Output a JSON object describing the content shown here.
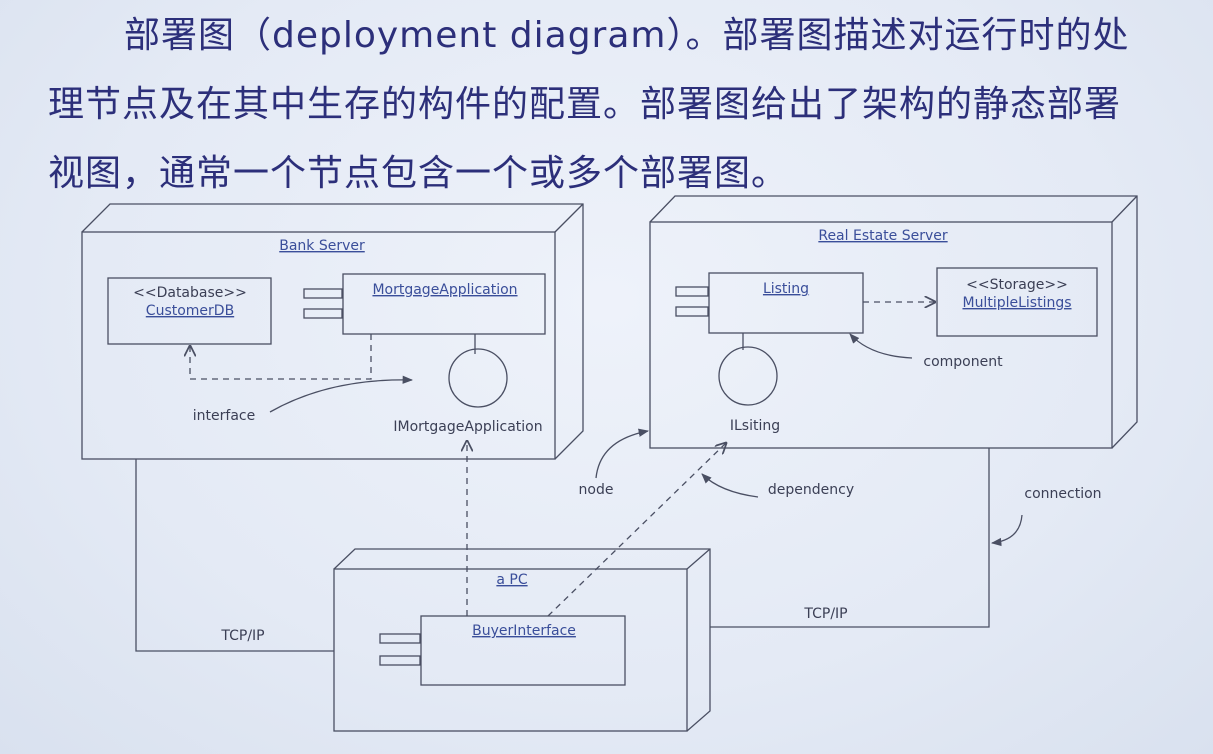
{
  "paragraph": {
    "line1": "部署图（deployment diagram）。部署图描述对运行时的处",
    "line2": "理节点及在其中生存的构件的配置。部署图给出了架构的静态部署",
    "line3": "视图，通常一个节点包含一个或多个部署图。"
  },
  "diagram": {
    "colors": {
      "line": "#4a4f63",
      "link_text": "#3a4e9a",
      "label_text": "#3b3f55",
      "text": "#2c2f7a"
    },
    "nodes": {
      "bank": {
        "name": "Bank Server"
      },
      "realestate": {
        "name": "Real Estate Server"
      },
      "pc": {
        "name": "a PC"
      }
    },
    "components": {
      "customerdb": {
        "stereotype": "<<Database>>",
        "name": "CustomerDB"
      },
      "mortgage": {
        "name": "MortgageApplication"
      },
      "listing": {
        "name": "Listing"
      },
      "storage": {
        "stereotype": "<<Storage>>",
        "name": "MultipleListings"
      },
      "buyer": {
        "name": "BuyerInterface"
      }
    },
    "interfaces": {
      "imortgage": "IMortgageApplication",
      "ilisting": "ILsiting"
    },
    "annotations": {
      "interface": "interface",
      "component": "component",
      "node": "node",
      "dependency": "dependency",
      "connection": "connection"
    },
    "connections": {
      "left": "TCP/IP",
      "right": "TCP/IP"
    }
  }
}
